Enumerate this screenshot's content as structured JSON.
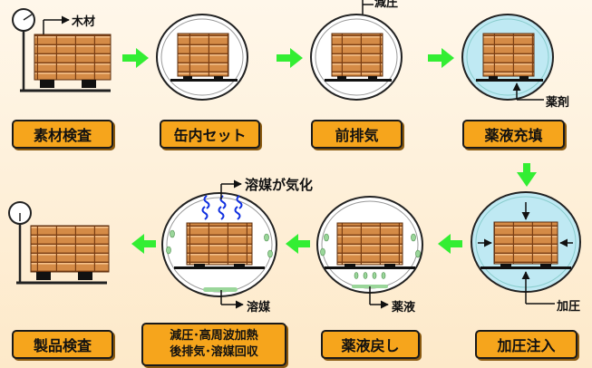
{
  "steps": [
    {
      "label": "素材検査"
    },
    {
      "label": "缶内セット"
    },
    {
      "label": "前排気"
    },
    {
      "label": "薬液充填"
    },
    {
      "label": "加圧注入"
    },
    {
      "label": "薬液戻し"
    },
    {
      "label_line1": "減圧･高周波加熱",
      "label_line2": "後排気･溶媒回収"
    },
    {
      "label": "製品検査"
    }
  ],
  "annotations": {
    "wood": "木材",
    "vacuum": "減圧",
    "chemical": "薬剤",
    "pressure": "加圧",
    "chemical_liquid": "薬液",
    "solvent_vaporize": "溶媒が気化",
    "solvent": "溶媒"
  },
  "colors": {
    "arrow": "#33ee33",
    "label_fill": "#f6a51c",
    "liquid": "#bfe9f3",
    "wood_light": "#d9924f",
    "wood_dark": "#a95e22",
    "solvent_wave": "#1030e0"
  }
}
